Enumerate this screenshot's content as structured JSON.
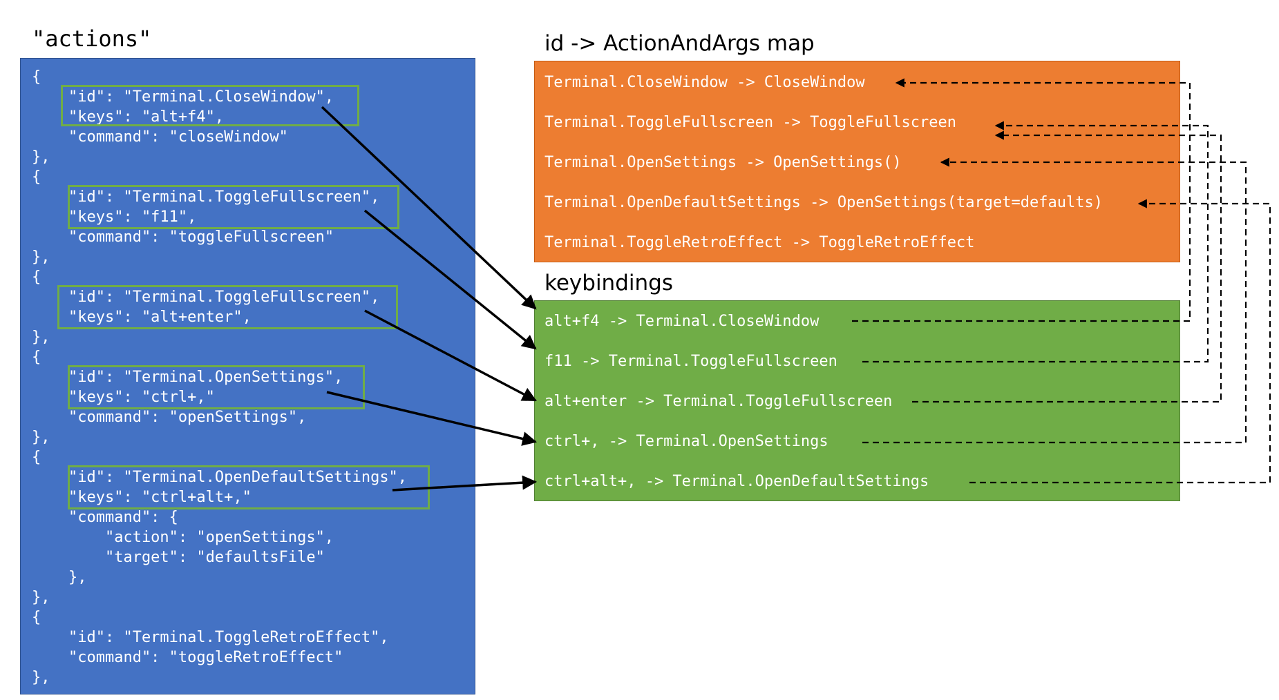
{
  "titles": {
    "actions": "\"actions\"",
    "map": "id -> ActionAndArgs map",
    "keybindings": "keybindings"
  },
  "actions_code": [
    "{",
    "    \"id\": \"Terminal.CloseWindow\",",
    "    \"keys\": \"alt+f4\",",
    "    \"command\": \"closeWindow\"",
    "},",
    "{",
    "    \"id\": \"Terminal.ToggleFullscreen\",",
    "    \"keys\": \"f11\",",
    "    \"command\": \"toggleFullscreen\"",
    "},",
    "{",
    "    \"id\": \"Terminal.ToggleFullscreen\",",
    "    \"keys\": \"alt+enter\",",
    "},",
    "{",
    "    \"id\": \"Terminal.OpenSettings\",",
    "    \"keys\": \"ctrl+,\"",
    "    \"command\": \"openSettings\",",
    "},",
    "{",
    "    \"id\": \"Terminal.OpenDefaultSettings\",",
    "    \"keys\": \"ctrl+alt+,\"",
    "    \"command\": {",
    "        \"action\": \"openSettings\",",
    "        \"target\": \"defaultsFile\"",
    "    },",
    "},",
    "{",
    "    \"id\": \"Terminal.ToggleRetroEffect\",",
    "    \"command\": \"toggleRetroEffect\"",
    "},"
  ],
  "map_entries": [
    "Terminal.CloseWindow -> CloseWindow",
    "Terminal.ToggleFullscreen -> ToggleFullscreen",
    "Terminal.OpenSettings -> OpenSettings()",
    "Terminal.OpenDefaultSettings -> OpenSettings(target=defaults)",
    "Terminal.ToggleRetroEffect -> ToggleRetroEffect"
  ],
  "keybinding_entries": [
    "alt+f4 -> Terminal.CloseWindow",
    "f11 -> Terminal.ToggleFullscreen",
    "alt+enter -> Terminal.ToggleFullscreen",
    "ctrl+, -> Terminal.OpenSettings",
    "ctrl+alt+, -> Terminal.OpenDefaultSettings"
  ],
  "links": {
    "action_to_keybinding": [
      0,
      1,
      2,
      3,
      4
    ],
    "keybinding_to_map": [
      0,
      1,
      1,
      2,
      3
    ]
  },
  "colors": {
    "actions_panel": "#4472c4",
    "map_panel": "#ed7d31",
    "keybindings_panel": "#70ad47",
    "highlight_border": "#70ad47",
    "arrow": "#000000"
  }
}
